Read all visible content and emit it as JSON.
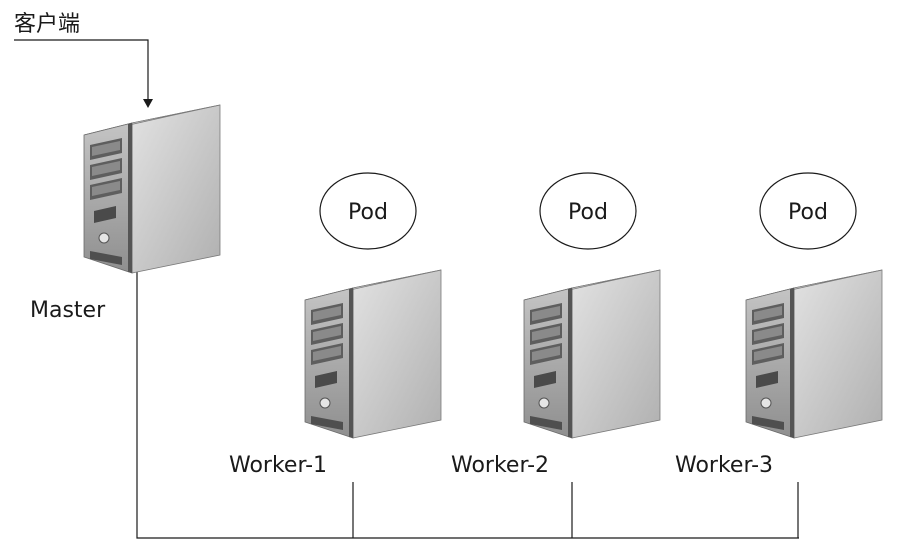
{
  "client": {
    "label": "客户端"
  },
  "master": {
    "label": "Master",
    "icon": "server-icon"
  },
  "workers": [
    {
      "label": "Worker-1",
      "pod_label": "Pod",
      "icon": "server-icon"
    },
    {
      "label": "Worker-2",
      "pod_label": "Pod",
      "icon": "server-icon"
    },
    {
      "label": "Worker-3",
      "pod_label": "Pod",
      "icon": "server-icon"
    }
  ],
  "colors": {
    "line": "#1a1a1a",
    "server_front": "#a8a8a8",
    "server_side": "#c9c9c9",
    "server_top": "#d6d6d6",
    "server_edge": "#6f6f6f",
    "pod_fill": "#ffffff",
    "pod_stroke": "#1a1a1a"
  }
}
